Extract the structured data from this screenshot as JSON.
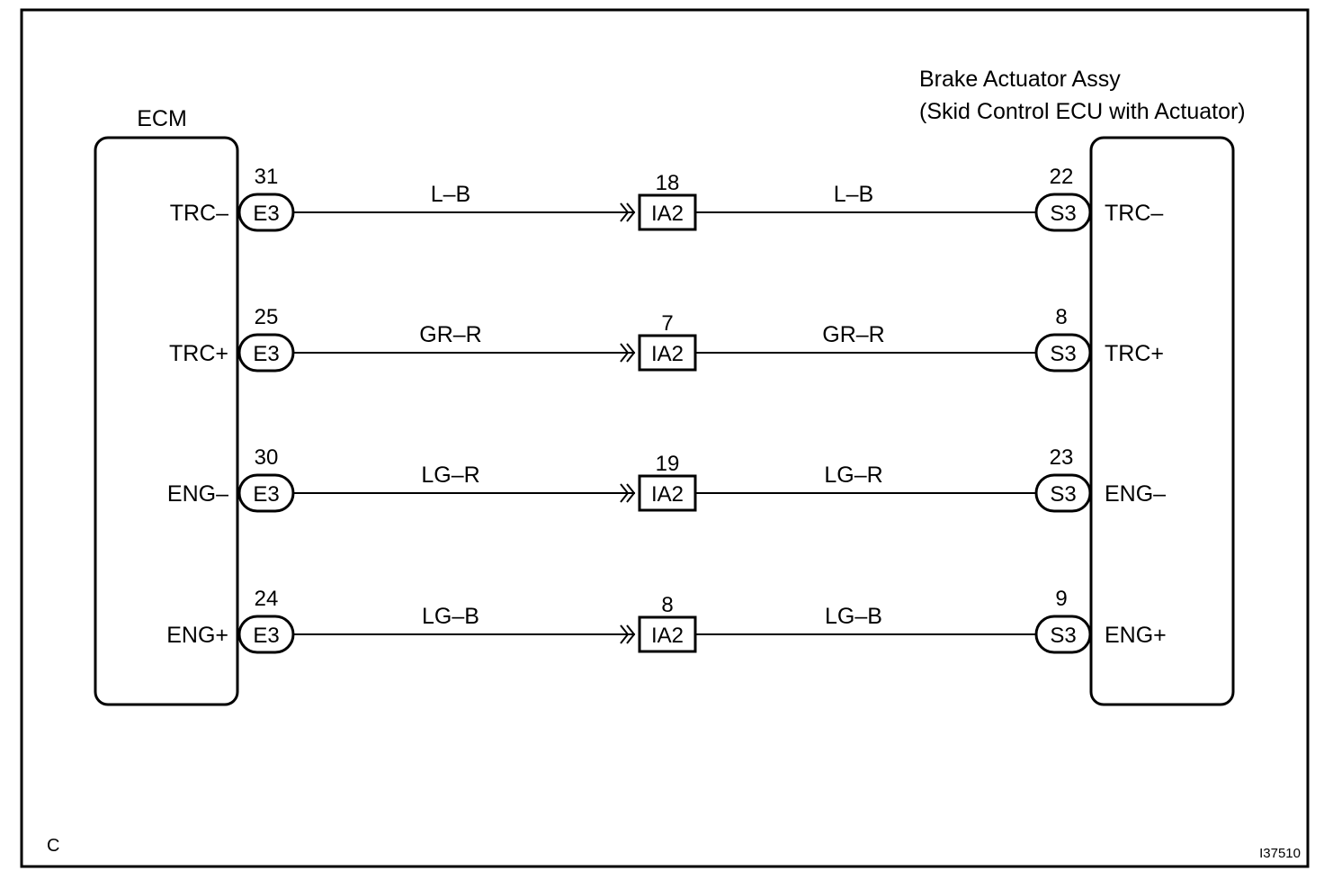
{
  "ecm": {
    "title": "ECM",
    "terminals": [
      "TRC–",
      "TRC+",
      "ENG–",
      "ENG+"
    ]
  },
  "actuator": {
    "title_line1": "Brake Actuator Assy",
    "title_line2": "(Skid Control ECU with Actuator)",
    "terminals": [
      "TRC–",
      "TRC+",
      "ENG–",
      "ENG+"
    ]
  },
  "circuits": [
    {
      "ecm_pin": "31",
      "ecm_connector": "E3",
      "wire_left": "L–B",
      "junction_pin": "18",
      "junction_connector": "IA2",
      "wire_right": "L–B",
      "act_pin": "22",
      "act_connector": "S3"
    },
    {
      "ecm_pin": "25",
      "ecm_connector": "E3",
      "wire_left": "GR–R",
      "junction_pin": "7",
      "junction_connector": "IA2",
      "wire_right": "GR–R",
      "act_pin": "8",
      "act_connector": "S3"
    },
    {
      "ecm_pin": "30",
      "ecm_connector": "E3",
      "wire_left": "LG–R",
      "junction_pin": "19",
      "junction_connector": "IA2",
      "wire_right": "LG–R",
      "act_pin": "23",
      "act_connector": "S3"
    },
    {
      "ecm_pin": "24",
      "ecm_connector": "E3",
      "wire_left": "LG–B",
      "junction_pin": "8",
      "junction_connector": "IA2",
      "wire_right": "LG–B",
      "act_pin": "9",
      "act_connector": "S3"
    }
  ],
  "footer": {
    "corner_label": "C",
    "figure_code": "I37510"
  }
}
